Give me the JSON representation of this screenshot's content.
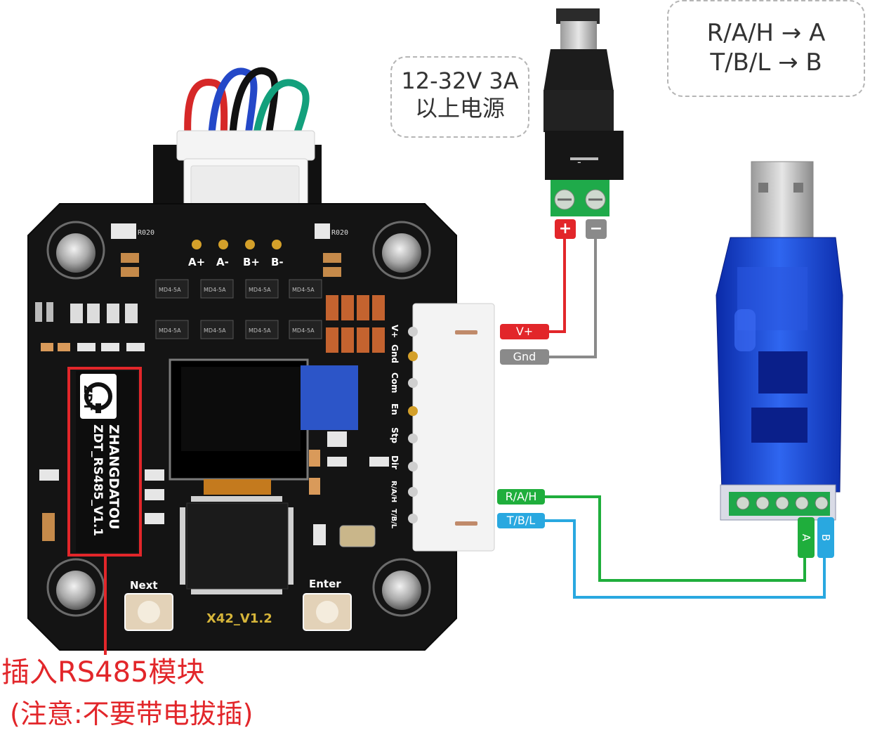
{
  "notes": {
    "power_line1": "12-32V 3A",
    "power_line2": "以上电源",
    "map_line1": "R/A/H → A",
    "map_line2": "T/B/L → B"
  },
  "annotation": {
    "line1": "插入RS485模块",
    "line2": "(注意:不要带电拔插)"
  },
  "tags": {
    "plus": "+",
    "minus": "−",
    "vplus": "V+",
    "gnd": "Gnd",
    "rah": "R/A/H",
    "tbl": "T/B/L",
    "a": "A",
    "b": "B"
  },
  "board": {
    "motor_pins": [
      "A+",
      "A-",
      "B+",
      "B-"
    ],
    "side_pins": [
      "V+",
      "Gnd",
      "Com",
      "En",
      "Stp",
      "Dir",
      "R/A/H",
      "T/B/L"
    ],
    "module_lines": [
      "ZHANGDATOU",
      "ZDT_RS485_V1.1"
    ],
    "module_logo": "ZDT",
    "next_label": "Next",
    "enter_label": "Enter",
    "version": "X42_V1.2",
    "chip_labels": [
      "MD4-5A",
      "MD4-5A",
      "MD4-5A",
      "MD4-5A",
      "MD4-5A",
      "MD4-5A",
      "MD4-5A",
      "MD4-5A"
    ],
    "resistor_labels": [
      "R020",
      "R020"
    ]
  },
  "colors": {
    "red": "#e2262a",
    "gray": "#8a8a8a",
    "green": "#1fae3c",
    "blue": "#29a8e0",
    "board": "#141414",
    "usb_blue": "#1d3fc8"
  }
}
